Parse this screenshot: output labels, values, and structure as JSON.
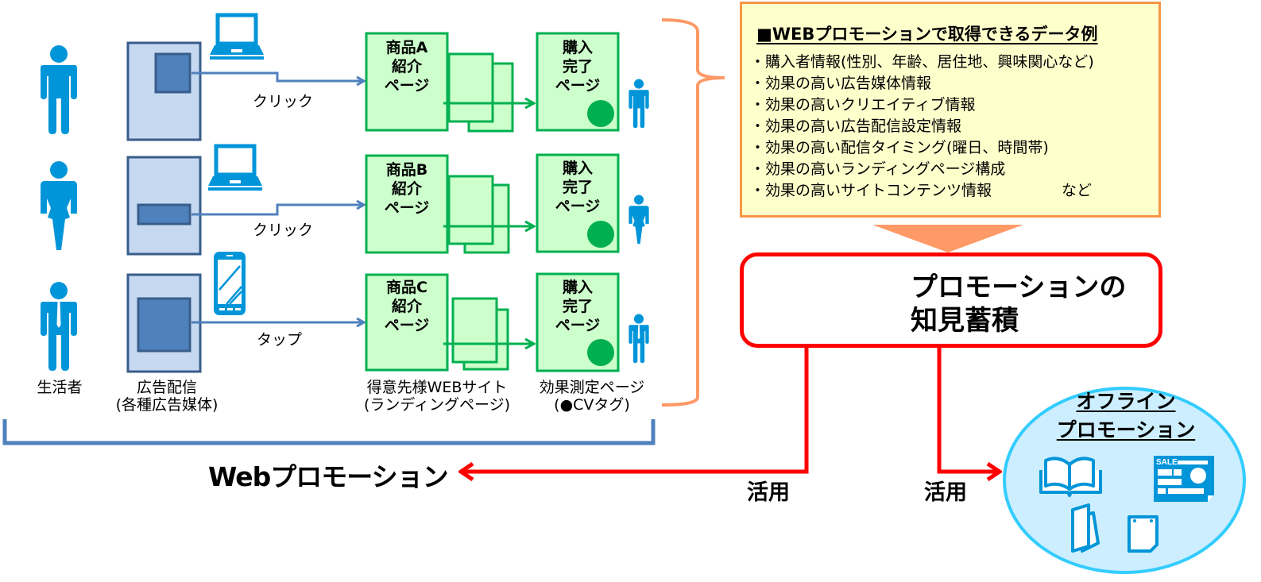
{
  "consumers": {
    "label": "生活者",
    "figures": [
      "man-icon",
      "woman-icon",
      "businessman-icon"
    ]
  },
  "ad_delivery": {
    "label_line1": "広告配信",
    "label_line2": "(各種広告媒体)"
  },
  "actions": [
    "クリック",
    "クリック",
    "タップ"
  ],
  "devices": [
    "laptop-icon",
    "laptop-icon",
    "smartphone-icon"
  ],
  "product_pages": [
    {
      "line1": "商品A",
      "line2": "紹介",
      "line3": "ページ"
    },
    {
      "line1": "商品B",
      "line2": "紹介",
      "line3": "ページ"
    },
    {
      "line1": "商品C",
      "line2": "紹介",
      "line3": "ページ"
    }
  ],
  "purchase_pages": [
    {
      "line1": "購入",
      "line2": "完了",
      "line3": "ページ"
    },
    {
      "line1": "購入",
      "line2": "完了",
      "line3": "ページ"
    },
    {
      "line1": "購入",
      "line2": "完了",
      "line3": "ページ"
    }
  ],
  "client_site": {
    "label_line1": "得意先様WEBサイト",
    "label_line2": "(ランディングページ)"
  },
  "measurement": {
    "label_line1": "効果測定ページ",
    "label_line2": "(●CVタグ)"
  },
  "web_promotion_label": "Webプロモーション",
  "data_examples": {
    "title": "■WEBプロモーションで取得できるデータ例",
    "items": [
      "・購入者情報(性別、年齢、居住地、興味関心など)",
      "・効果の高い広告媒体情報",
      "・効果の高いクリエイティブ情報",
      "・効果の高い広告配信設定情報",
      "・効果の高い配信タイミング(曜日、時間帯)",
      "・効果の高いランディングページ構成",
      "・効果の高いサイトコンテンツ情報"
    ],
    "last_suffix": "など"
  },
  "knowledge": {
    "title_line1": "プロモーションの",
    "title_line2": "知見蓄積"
  },
  "utilize_labels": [
    "活用",
    "活用"
  ],
  "offline": {
    "title_line1": "オフライン",
    "title_line2": "プロモーション",
    "icons": [
      "book-icon",
      "sale-flyer-icon",
      "leaflet-icon",
      "poster-icon"
    ],
    "sale_text": "SALE"
  },
  "colors": {
    "person_blue": "#0095d9",
    "ad_border": "#385d8a",
    "ad_fill": "#c6d9f1",
    "ad_inner": "#4f81bd",
    "page_green": "#00b050",
    "page_fill": "#ccffcc",
    "info_border": "#f79646",
    "info_fill": "#ffffcc",
    "accent_red": "#ff0000",
    "offline_fill": "#cceeff",
    "offline_border": "#33ccff"
  }
}
